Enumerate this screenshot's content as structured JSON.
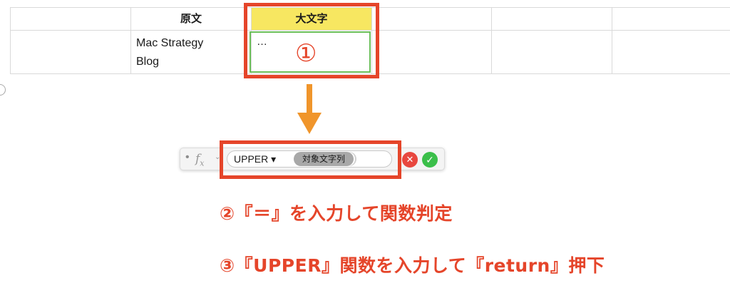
{
  "spreadsheet": {
    "header": {
      "source_label": "原文",
      "upper_label": "大文字"
    },
    "row": {
      "source_text_line1": "Mac Strategy",
      "source_text_line2": "Blog",
      "active_cell_text": "…"
    }
  },
  "callouts": {
    "step1_number": "①",
    "step2": "②『＝』を入力して関数判定",
    "step3": "③『UPPER』関数を入力して『return』押下"
  },
  "formula_bar": {
    "fx_icon": "fx",
    "function_name": "UPPER",
    "function_dropdown_icon": "▾",
    "argument_placeholder": "対象文字列",
    "cancel_icon": "x-circle-icon",
    "accept_icon": "check-circle-icon"
  },
  "colors": {
    "annotation_red": "#e5452a",
    "arrow_orange": "#f0952b",
    "header_highlight": "#f7e761",
    "active_cell_border": "#6cc05b",
    "cancel_red": "#e8473f",
    "accept_green": "#3bbf4a"
  }
}
